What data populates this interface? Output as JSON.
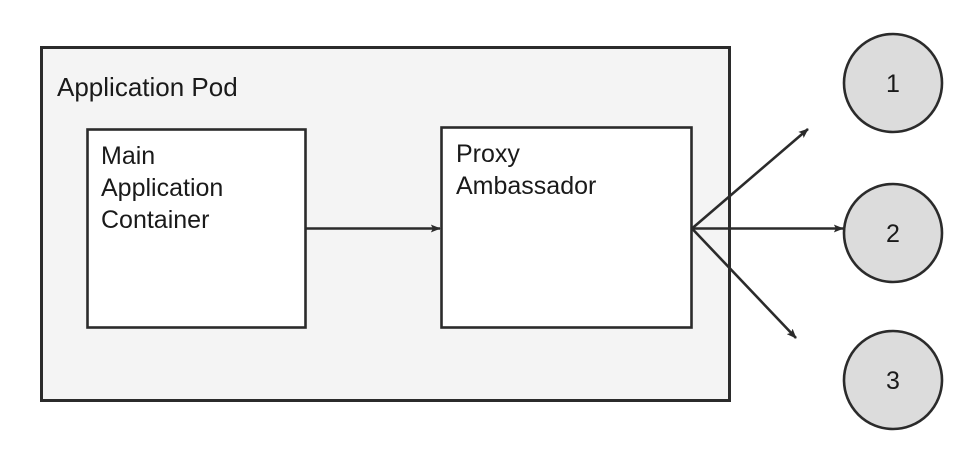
{
  "diagram": {
    "type": "ambassador-pattern-diagram",
    "background_color": "#ffffff",
    "stroke_color": "#2b2b2b",
    "pod_fill_color": "#f4f4f4",
    "circle_fill_color": "#dcdcdc",
    "pod": {
      "title": "Application Pod",
      "boxes": [
        {
          "id": "main-application-container",
          "label": "Main\nApplication\nContainer",
          "fill": "#ffffff"
        },
        {
          "id": "proxy-ambassador",
          "label": "Proxy\nAmbassador",
          "fill": "#ffffff"
        }
      ]
    },
    "external_nodes": [
      {
        "id": "node-1",
        "label": "1"
      },
      {
        "id": "node-2",
        "label": "2"
      },
      {
        "id": "node-3",
        "label": "3"
      }
    ],
    "connections": [
      {
        "from": "main-application-container",
        "to": "proxy-ambassador",
        "style": "arrow"
      },
      {
        "from": "proxy-ambassador",
        "to": "node-1",
        "style": "arrow"
      },
      {
        "from": "proxy-ambassador",
        "to": "node-2",
        "style": "arrow"
      },
      {
        "from": "proxy-ambassador",
        "to": "node-3",
        "style": "arrow"
      }
    ]
  }
}
